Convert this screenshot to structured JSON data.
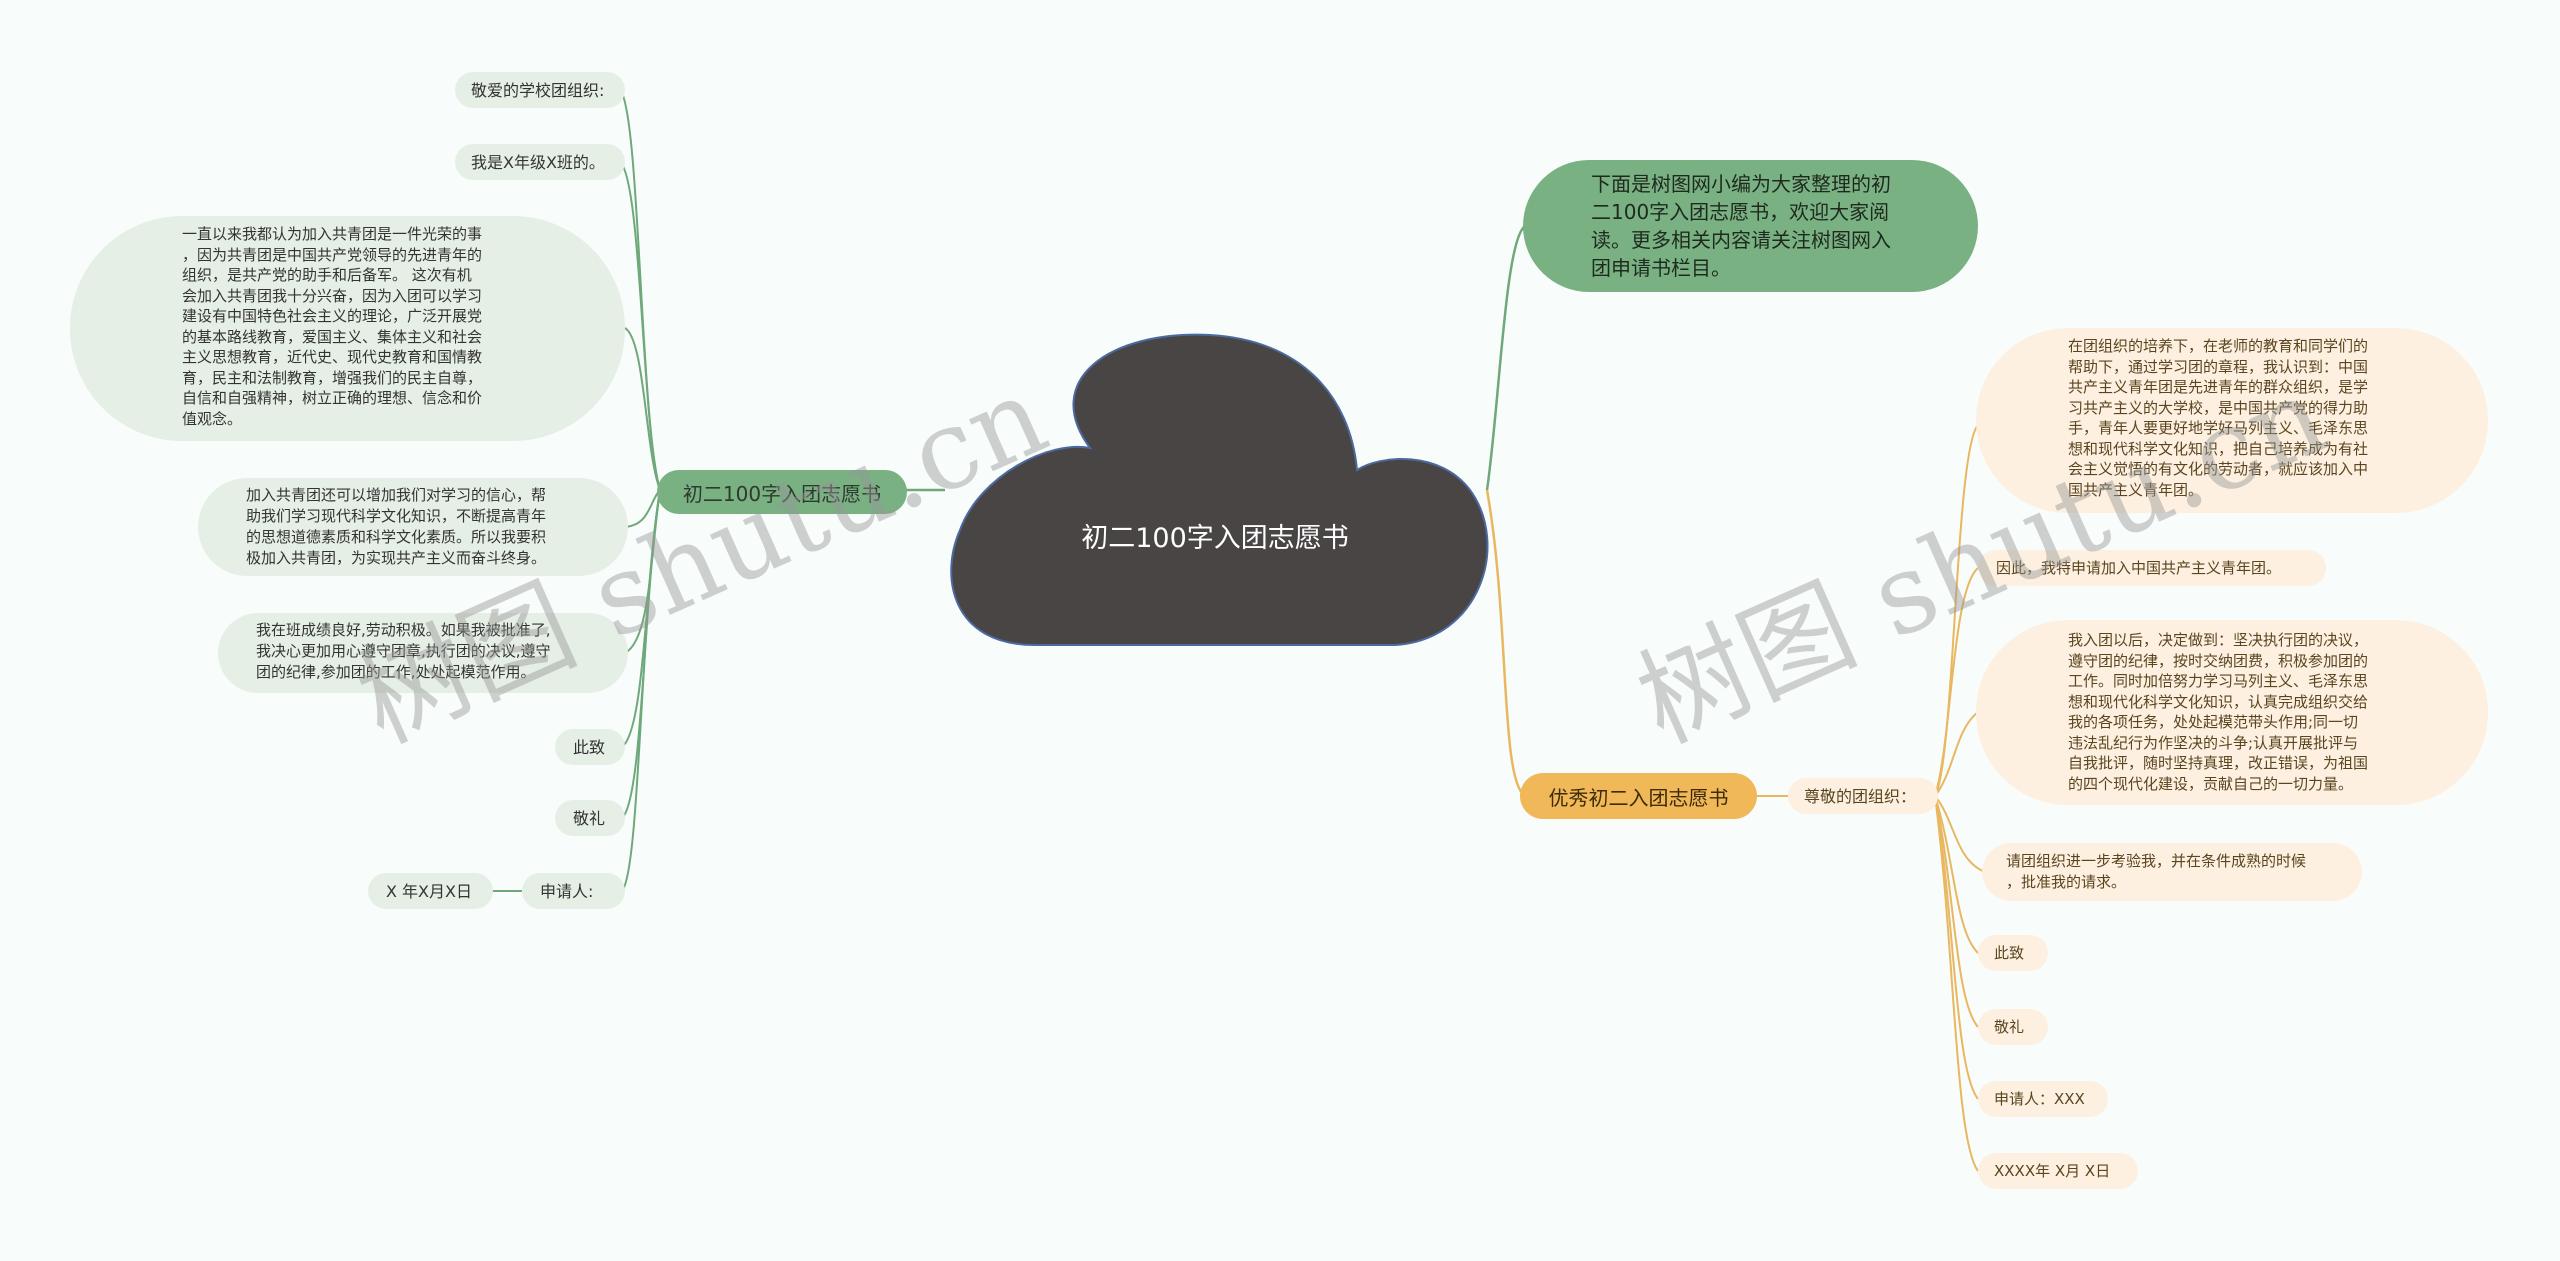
{
  "center": {
    "title": "初二100字入团志愿书"
  },
  "intro": {
    "text": "下面是树图网小编为大家整理的初\n二100字入团志愿书，欢迎大家阅\n读。更多相关内容请关注树图网入\n团申请书栏目。"
  },
  "left_branch": {
    "label": "初二100字入团志愿书",
    "items": [
      "敬爱的学校团组织:",
      "我是X年级X班的。",
      "一直以来我都认为加入共青团是一件光荣的事\n，因为共青团是中国共产党领导的先进青年的\n组织，是共产党的助手和后备军。 这次有机\n会加入共青团我十分兴奋，因为入团可以学习\n建设有中国特色社会主义的理论，广泛开展党\n的基本路线教育，爱国主义、集体主义和社会\n主义思想教育，近代史、现代史教育和国情教\n育，民主和法制教育，增强我们的民主自尊，\n自信和自强精神，树立正确的理想、信念和价\n值观念。",
      "加入共青团还可以增加我们对学习的信心，帮\n助我们学习现代科学文化知识，不断提高青年\n的思想道德素质和科学文化素质。所以我要积\n极加入共青团，为实现共产主义而奋斗终身。",
      "我在班成绩良好,劳动积极。如果我被批准了,\n我决心更加用心遵守团章,执行团的决议,遵守\n团的纪律,参加团的工作,处处起模范作用。",
      "此致",
      "敬礼",
      "申请人:"
    ],
    "date": "X 年X月X日"
  },
  "right_branch": {
    "label": "优秀初二入团志愿书",
    "hub": "尊敬的团组织：",
    "items": [
      "在团组织的培养下，在老师的教育和同学们的\n帮助下，通过学习团的章程，我认识到：中国\n共产主义青年团是先进青年的群众组织，是学\n习共产主义的大学校，是中国共产党的得力助\n手，青年人要更好地学好马列主义、毛泽东思\n想和现代科学文化知识，把自己培养成为有社\n会主义觉悟的有文化的劳动者，就应该加入中\n国共产主义青年团。",
      "因此，我特申请加入中国共产主义青年团。",
      "我入团以后，决定做到：坚决执行团的决议，\n遵守团的纪律，按时交纳团费，积极参加团的\n工作。同时加倍努力学习马列主义、毛泽东思\n想和现代化科学文化知识，认真完成组织交给\n我的各项任务，处处起模范带头作用;同一切\n违法乱纪行为作坚决的斗争;认真开展批评与\n自我批评，随时坚持真理，改正错误，为祖国\n的四个现代化建设，贡献自己的一切力量。",
      "请团组织进一步考验我，并在条件成熟的时候\n，批准我的请求。",
      "此致",
      "敬礼",
      "申请人：XXX",
      "XXXX年 X月 X日"
    ]
  },
  "watermarks": [
    "树图 shutu.cn",
    "树图 shutu.cn"
  ],
  "colors": {
    "cloud": "#4a4545",
    "green_branch": "#79b183",
    "green_leaf": "#e6efe6",
    "orange_branch": "#f0b858",
    "orange_leaf": "#fdf0e0",
    "green_line": "#6fa87a",
    "orange_line": "#e8b760"
  }
}
